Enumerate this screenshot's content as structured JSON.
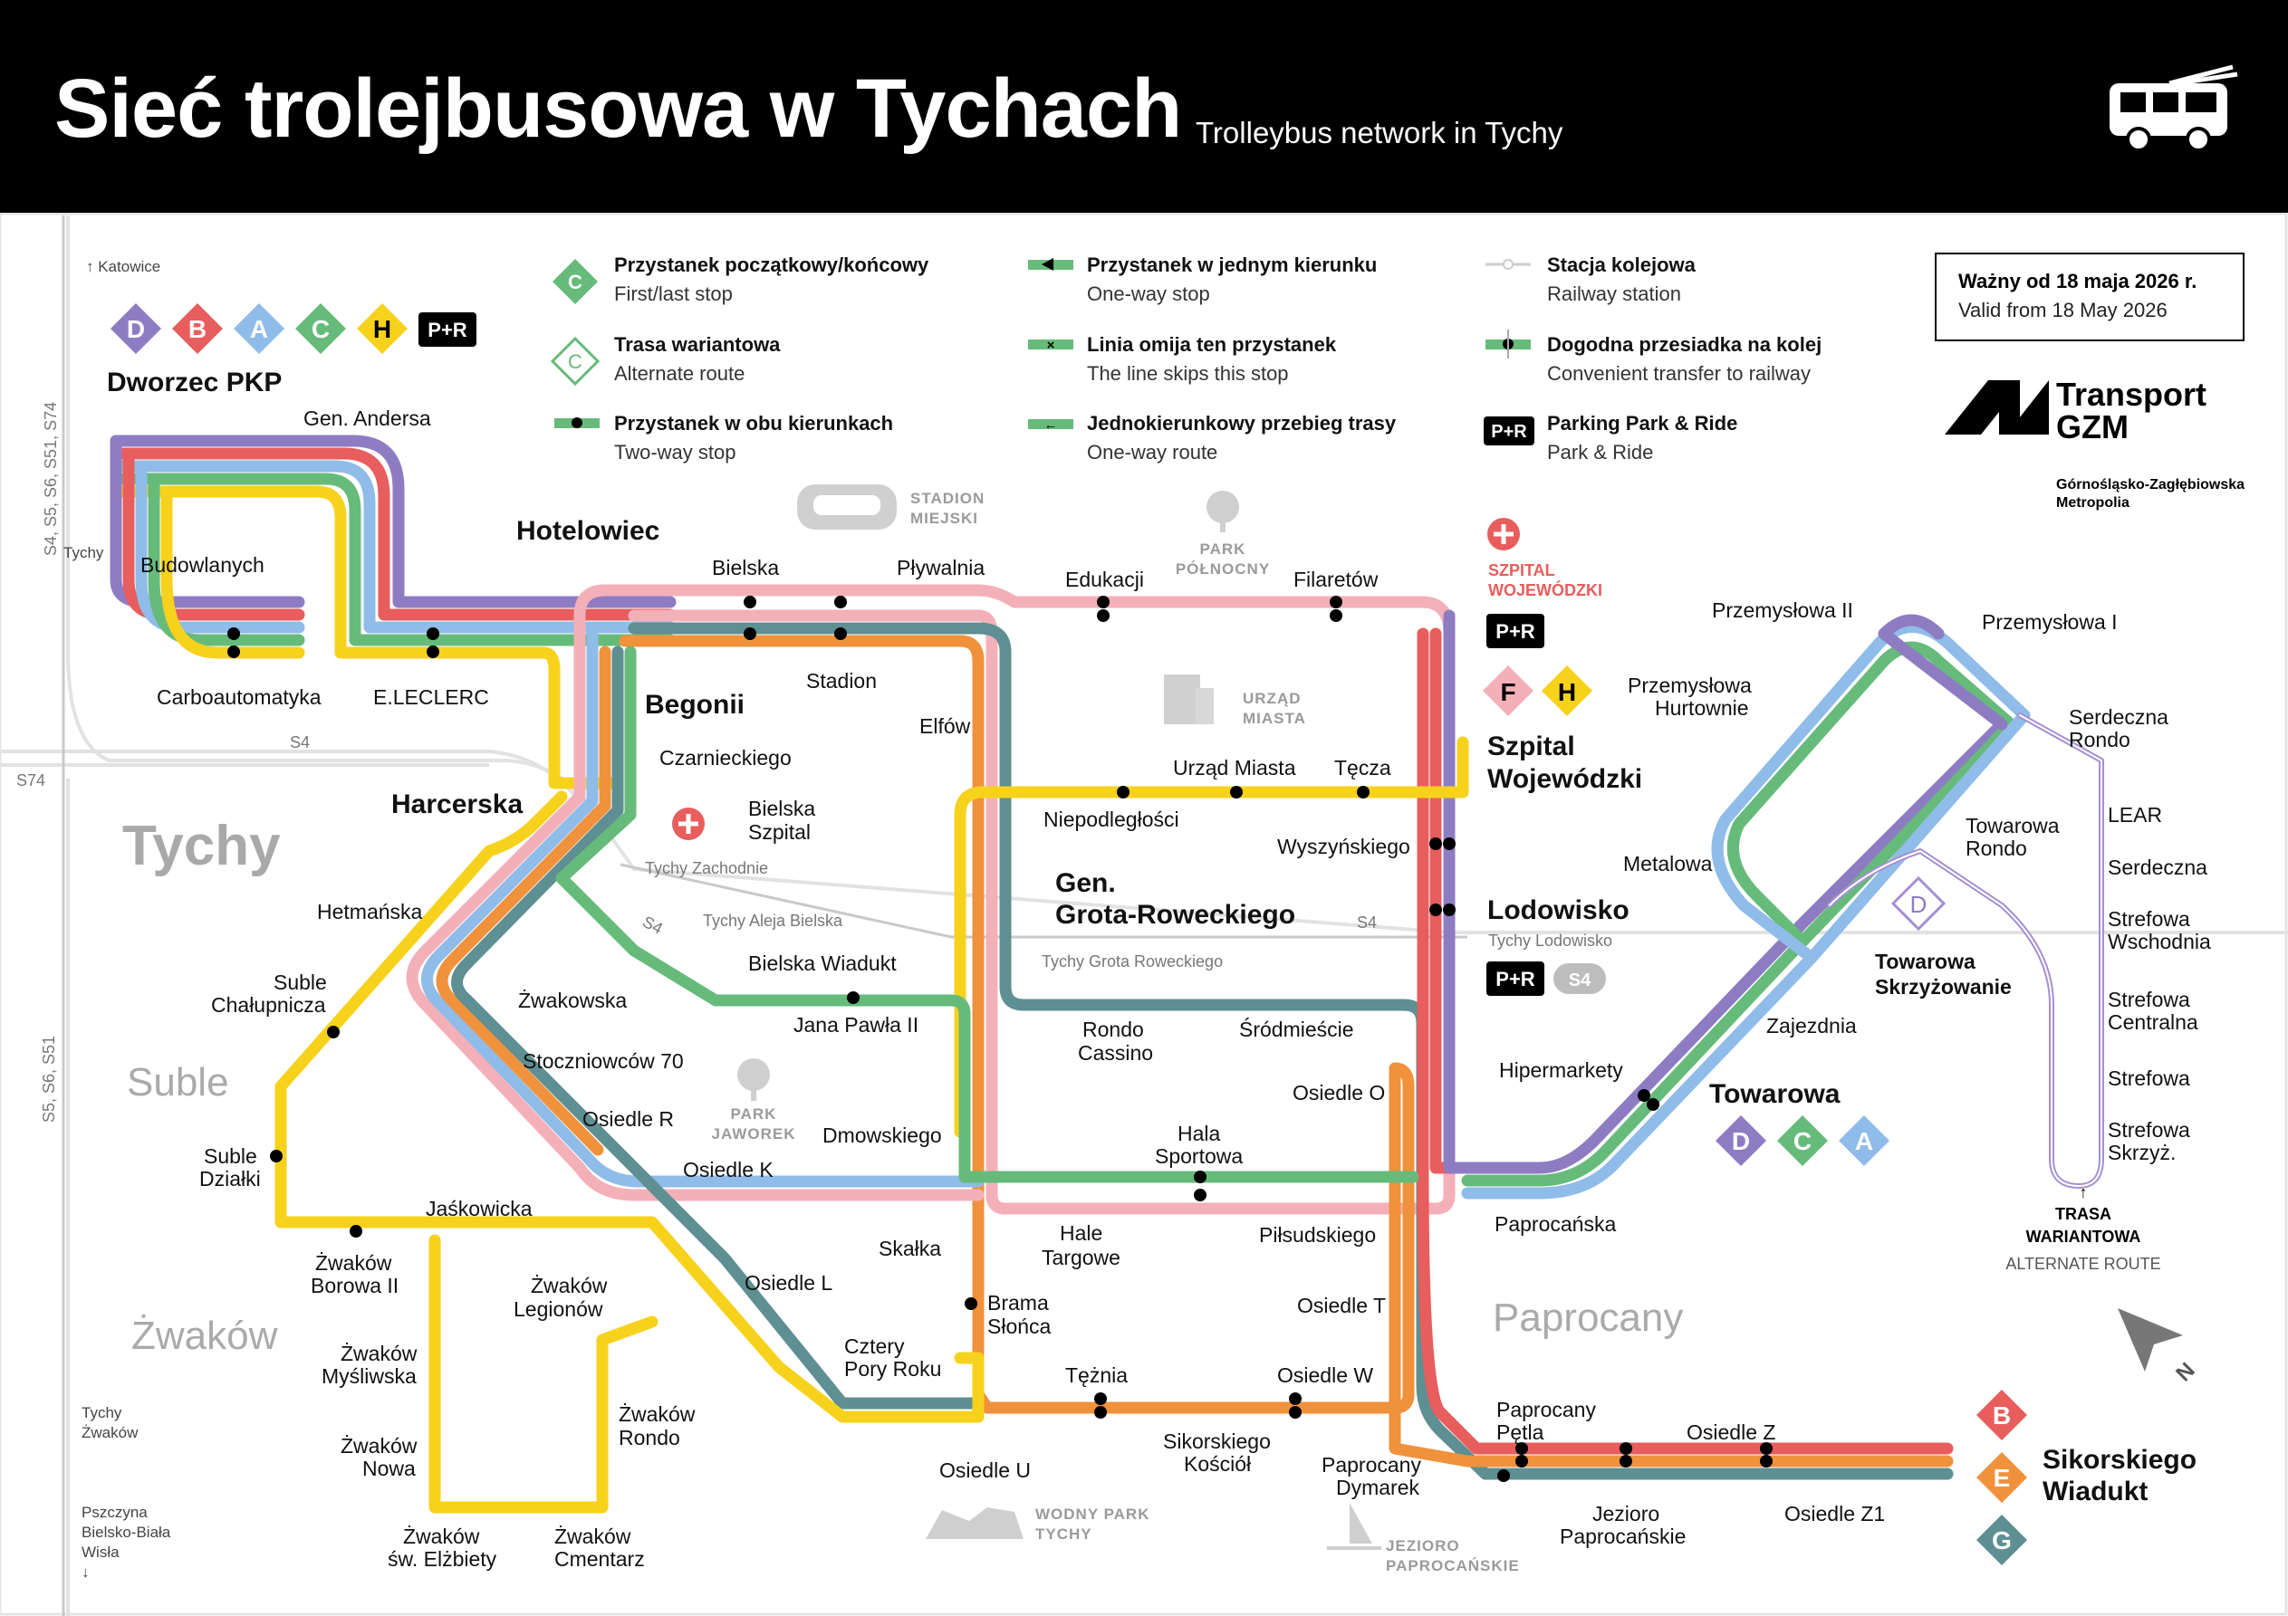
{
  "header": {
    "title": "Sieć trolejbusowa w Tychach",
    "subtitle": "Trolleybus network in Tychy"
  },
  "validity": {
    "line1": "Ważny od 18 maja 2026 r.",
    "line2": "Valid from 18 May 2026"
  },
  "brand": {
    "name_line1": "Transport",
    "name_line2": "GZM",
    "org_line1": "Górnośląsko-Zagłębiowska",
    "org_line2": "Metropolia"
  },
  "colors": {
    "D": "#8e7cc3",
    "B": "#e85d5d",
    "A": "#8fbce8",
    "C": "#66bb7a",
    "H": "#f7d21d",
    "E": "#f0913c",
    "G": "#5e8f92",
    "F": "#f4b0b8",
    "variant": "#a58fd2"
  },
  "legend": [
    {
      "title": "Przystanek początkowy/końcowy",
      "sub": "First/last stop",
      "icon": "terminal-stop-icon"
    },
    {
      "title": "Trasa wariantowa",
      "sub": "Alternate route",
      "icon": "alternate-route-icon"
    },
    {
      "title": "Przystanek w obu kierunkach",
      "sub": "Two-way stop",
      "icon": "two-way-stop-icon"
    },
    {
      "title": "Przystanek w jednym kierunku",
      "sub": "One-way stop",
      "icon": "one-way-stop-icon"
    },
    {
      "title": "Linia omija ten przystanek",
      "sub": "The line skips this stop",
      "icon": "skip-stop-icon"
    },
    {
      "title": "Jednokierunkowy przebieg trasy",
      "sub": "One-way route",
      "icon": "one-way-route-icon"
    },
    {
      "title": "Stacja kolejowa",
      "sub": "Railway station",
      "icon": "railway-station-icon"
    },
    {
      "title": "Dogodna przesiadka na kolej",
      "sub": "Convenient transfer to railway",
      "icon": "railway-transfer-icon"
    },
    {
      "title": "Parking Park & Ride",
      "sub": "Park & Ride",
      "icon": "park-ride-icon"
    }
  ],
  "badges": {
    "pr": "P+R",
    "s4": "S4",
    "hospital_badge_letters": [
      "F",
      "H"
    ],
    "dworzec_letters": [
      "D",
      "B",
      "A",
      "C",
      "H"
    ],
    "towarowa_letters": [
      "D",
      "C",
      "A"
    ],
    "sikorskiego_letters": [
      "B",
      "E",
      "G"
    ],
    "variant_letter": "D",
    "legend_c": "C"
  },
  "terminals": {
    "dworzec": "Dworzec PKP",
    "hotelowiec": "Hotelowiec",
    "begonii": "Begonii",
    "harcerska": "Harcerska",
    "szpital_line1": "Szpital",
    "szpital_line2": "Wojewódzki",
    "lodowisko": "Lodowisko",
    "grota_line1": "Gen.",
    "grota_line2": "Grota-Roweckiego",
    "towarowa": "Towarowa",
    "sikorskiego_line1": "Sikorskiego",
    "sikorskiego_line2": "Wiadukt",
    "towarowa_skrz_line1": "Towarowa",
    "towarowa_skrz_line2": "Skrzyżowanie"
  },
  "stops": {
    "gen_andersa": "Gen. Andersa",
    "budowlanych": "Budowlanych",
    "carboautomatyka": "Carboautomatyka",
    "e_leclerc": "E.LECLERC",
    "bielska": "Bielska",
    "plywalnia": "Pływalnia",
    "edukacji": "Edukacji",
    "filaretow": "Filaretów",
    "stadion": "Stadion",
    "elfow": "Elfów",
    "czarnieckiego": "Czarnieckiego",
    "bielska_szpital_1": "Bielska",
    "bielska_szpital_2": "Szpital",
    "bielska_wiadukt": "Bielska Wiadukt",
    "urzad_miasta": "Urząd Miasta",
    "tecza": "Tęcza",
    "niepodleglosci": "Niepodległości",
    "wyszynskiego": "Wyszyńskiego",
    "hetmanska": "Hetmańska",
    "suble_chal_1": "Suble",
    "suble_chal_2": "Chałupnicza",
    "zwakowska": "Żwakowska",
    "jana_pawla": "Jana Pawła II",
    "rondo_cassino_1": "Rondo",
    "rondo_cassino_2": "Cassino",
    "srodmiescie": "Śródmieście",
    "stoczniowcow": "Stoczniowców 70",
    "osiedle_r": "Osiedle R",
    "suble_dzialki_1": "Suble",
    "suble_dzialki_2": "Działki",
    "dmowskiego": "Dmowskiego",
    "hala_sportowa_1": "Hala",
    "hala_sportowa_2": "Sportowa",
    "osiedle_o": "Osiedle O",
    "osiedle_k": "Osiedle K",
    "jaskowicka": "Jaśkowicka",
    "skalka": "Skałka",
    "hale_targowe_1": "Hale",
    "hale_targowe_2": "Targowe",
    "pilsudskiego": "Piłsudskiego",
    "paprocanska": "Paprocańska",
    "zwakow_borowa_1": "Żwaków",
    "zwakow_borowa_2": "Borowa II",
    "zwakow_legionow_1": "Żwaków",
    "zwakow_legionow_2": "Legionów",
    "osiedle_l": "Osiedle L",
    "brama_slonca_1": "Brama",
    "brama_slonca_2": "Słońca",
    "osiedle_t": "Osiedle T",
    "zwakow_mysliwska_1": "Żwaków",
    "zwakow_mysliwska_2": "Myśliwska",
    "cztery_pory_1": "Cztery",
    "cztery_pory_2": "Pory Roku",
    "teznia": "Tężnia",
    "osiedle_w": "Osiedle W",
    "zwakow_rondo_1": "Żwaków",
    "zwakow_rondo_2": "Rondo",
    "zwakow_nowa_1": "Żwaków",
    "zwakow_nowa_2": "Nowa",
    "osiedle_u": "Osiedle U",
    "sikorskiego_kosciol_1": "Sikorskiego",
    "sikorskiego_kosciol_2": "Kościół",
    "paprocany_dymarek_1": "Paprocany",
    "paprocany_dymarek_2": "Dymarek",
    "paprocany_petla_1": "Paprocany",
    "paprocany_petla_2": "Pętla",
    "osiedle_z": "Osiedle Z",
    "jezioro_papr_1": "Jezioro",
    "jezioro_papr_2": "Paprocańskie",
    "osiedle_z1": "Osiedle Z1",
    "zwakow_elzbiety_1": "Żwaków",
    "zwakow_elzbiety_2": "św. Elżbiety",
    "zwakow_cmentarz_1": "Żwaków",
    "zwakow_cmentarz_2": "Cmentarz",
    "przemyslowa_ii": "Przemysłowa II",
    "przemyslowa_i": "Przemysłowa I",
    "przemyslowa_hurt_1": "Przemysłowa",
    "przemyslowa_hurt_2": "Hurtownie",
    "serdeczna_rondo_1": "Serdeczna",
    "serdeczna_rondo_2": "Rondo",
    "metalowa": "Metalowa",
    "towarowa_rondo_1": "Towarowa",
    "towarowa_rondo_2": "Rondo",
    "lear": "LEAR",
    "serdeczna": "Serdeczna",
    "strefowa_wsch_1": "Strefowa",
    "strefowa_wsch_2": "Wschodnia",
    "strefowa_centr_1": "Strefowa",
    "strefowa_centr_2": "Centralna",
    "strefowa": "Strefowa",
    "strefowa_skrz_1": "Strefowa",
    "strefowa_skrz_2": "Skrzyż.",
    "zajezdnia": "Zajezdnia",
    "hipermarkety": "Hipermarkety"
  },
  "rail": {
    "tychy": "Tychy",
    "tychy_zachodnie": "Tychy Zachodnie",
    "tychy_aleja_bielska": "Tychy Aleja Bielska",
    "tychy_grota": "Tychy Grota Roweckiego",
    "tychy_lodowisko": "Tychy Lodowisko",
    "tychy_zwakow_1": "Tychy",
    "tychy_zwakow_2": "Żwaków",
    "katowice": "↑ Katowice",
    "pszczyna_1": "Pszczyna",
    "pszczyna_2": "Bielsko-Biała",
    "pszczyna_3": "Wisła",
    "pszczyna_arrow": "↓",
    "s4": "S4",
    "s74": "S74",
    "line_s4s5": "S4, S5, S6, S51, S74",
    "line_s5": "S5, S6, S51"
  },
  "districts": {
    "tychy": "Tychy",
    "suble": "Suble",
    "zwakow": "Żwaków",
    "paprocany": "Paprocany"
  },
  "landmarks": {
    "stadion_1": "STADION",
    "stadion_2": "MIEJSKI",
    "park_pn_1": "PARK",
    "park_pn_2": "PÓŁNOCNY",
    "urzad_1": "URZĄD",
    "urzad_2": "MIASTA",
    "szpital_1": "SZPITAL",
    "szpital_2": "WOJEWÓDZKI",
    "park_jaw_1": "PARK",
    "park_jaw_2": "JAWOREK",
    "wodny_1": "WODNY PARK",
    "wodny_2": "TYCHY",
    "jezioro_1": "JEZIORO",
    "jezioro_2": "PAPROCAŃSKIE"
  },
  "variant_note": {
    "line1": "TRASA",
    "line2": "WARIANTOWA",
    "line3": "ALTERNATE ROUTE",
    "arrow": "↑"
  },
  "compass": "N"
}
